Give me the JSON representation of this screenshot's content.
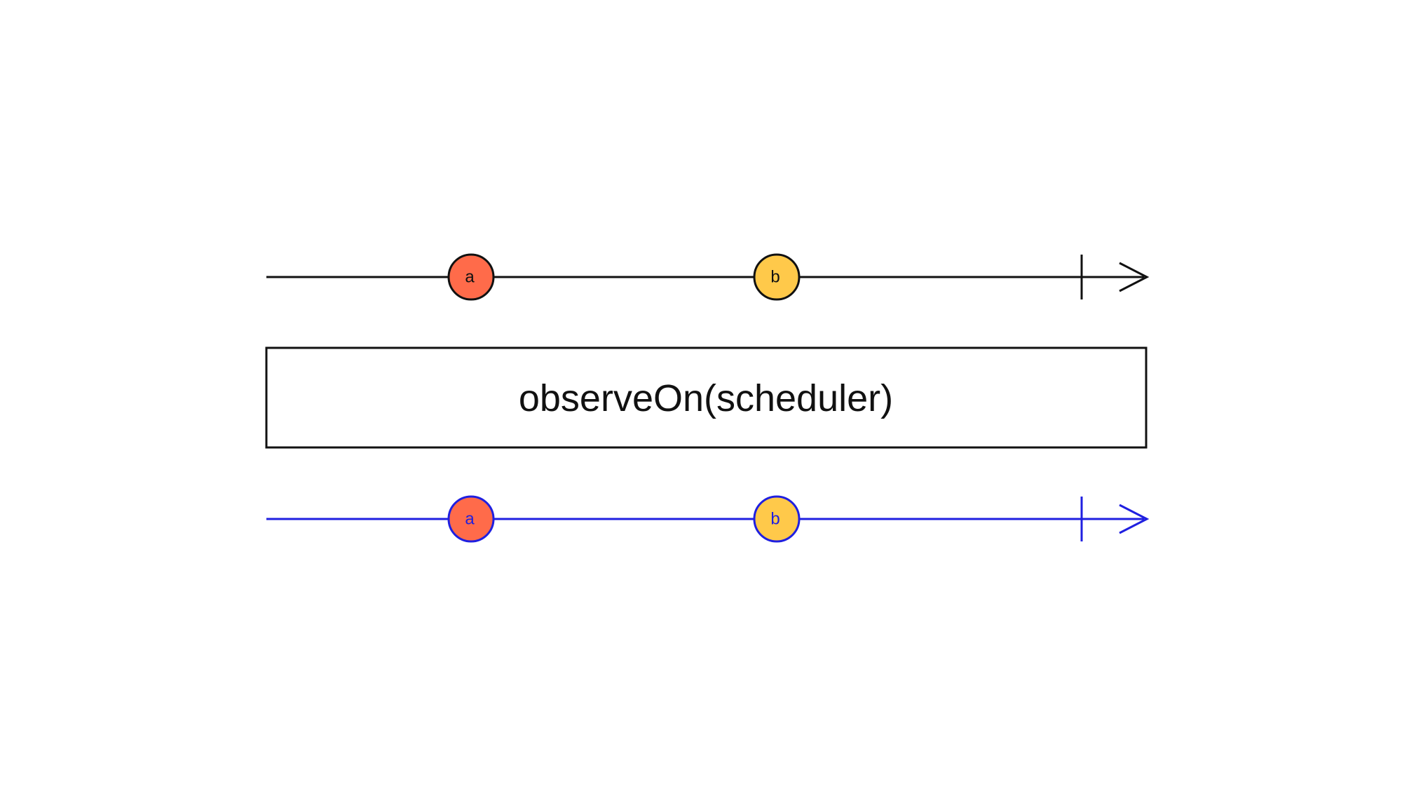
{
  "diagram": {
    "operator_label": "observeOn(scheduler)",
    "source_stream": {
      "line_color": "#111111",
      "marbles": [
        {
          "label": "a",
          "fill": "#FF6B4A",
          "stroke": "#111111",
          "text_color": "#111111"
        },
        {
          "label": "b",
          "fill": "#FFC94A",
          "stroke": "#111111",
          "text_color": "#111111"
        }
      ]
    },
    "result_stream": {
      "line_color": "#1F1FE0",
      "marbles": [
        {
          "label": "a",
          "fill": "#FF6B4A",
          "stroke": "#1F1FE0",
          "text_color": "#1F1FE0"
        },
        {
          "label": "b",
          "fill": "#FFC94A",
          "stroke": "#1F1FE0",
          "text_color": "#1F1FE0"
        }
      ]
    }
  }
}
